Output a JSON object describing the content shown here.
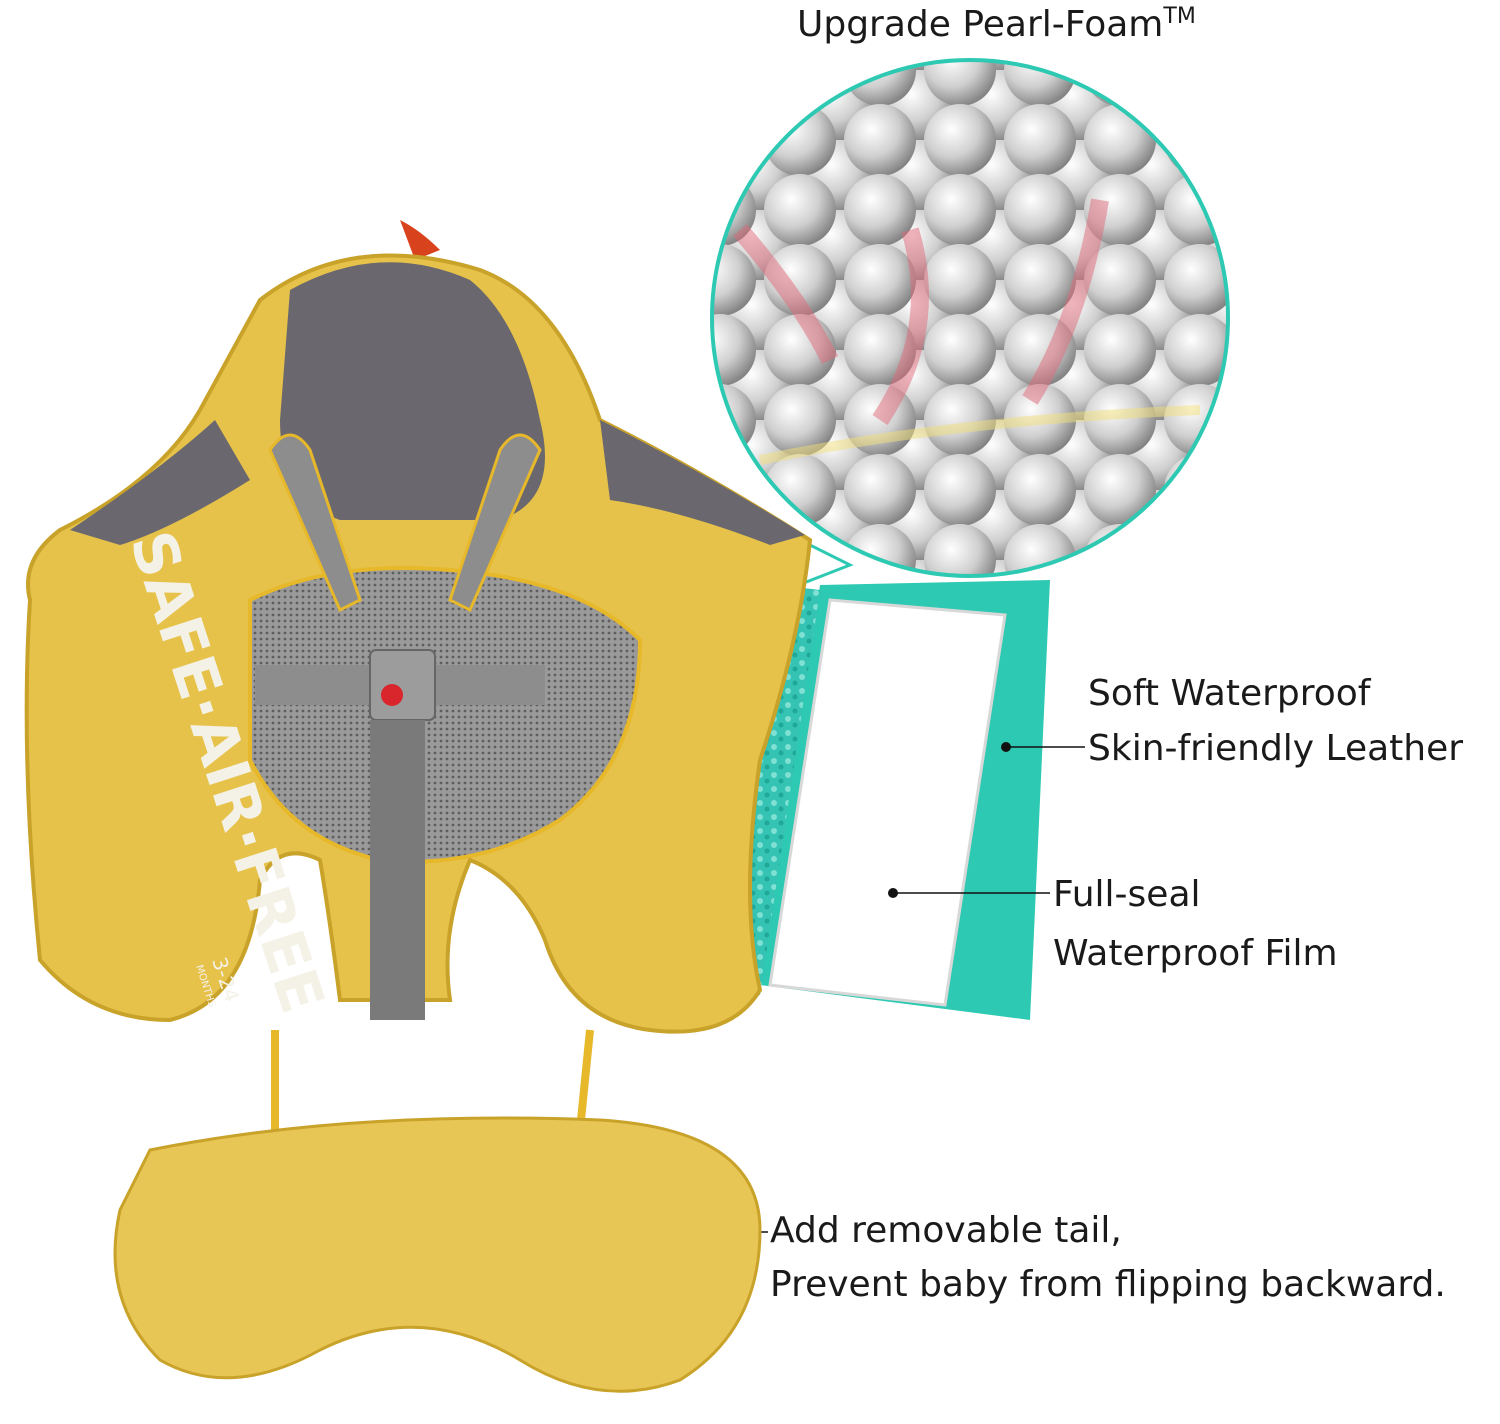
{
  "title": {
    "text": "Upgrade Pearl-Foam",
    "trademark": "TM"
  },
  "callouts": {
    "leather": {
      "line1": "Soft Waterproof",
      "line2": "Skin-friendly Leather"
    },
    "film": {
      "line1": "Full-seal",
      "line2": "Waterproof Film"
    },
    "tail": {
      "line1": "Add removable tail,",
      "line2": "Prevent baby from flipping backward."
    }
  },
  "product_print": {
    "brand_text": "SAFE·AIR·FREE",
    "age_range": "3-24",
    "age_unit": "MONTHS"
  },
  "colors": {
    "teal": "#2ec9b2",
    "float_yellow": "#e6c24a",
    "headrest_gray": "#6a686e",
    "mesh_gray": "#8d8d8d",
    "buckle_red": "#d8262c"
  }
}
